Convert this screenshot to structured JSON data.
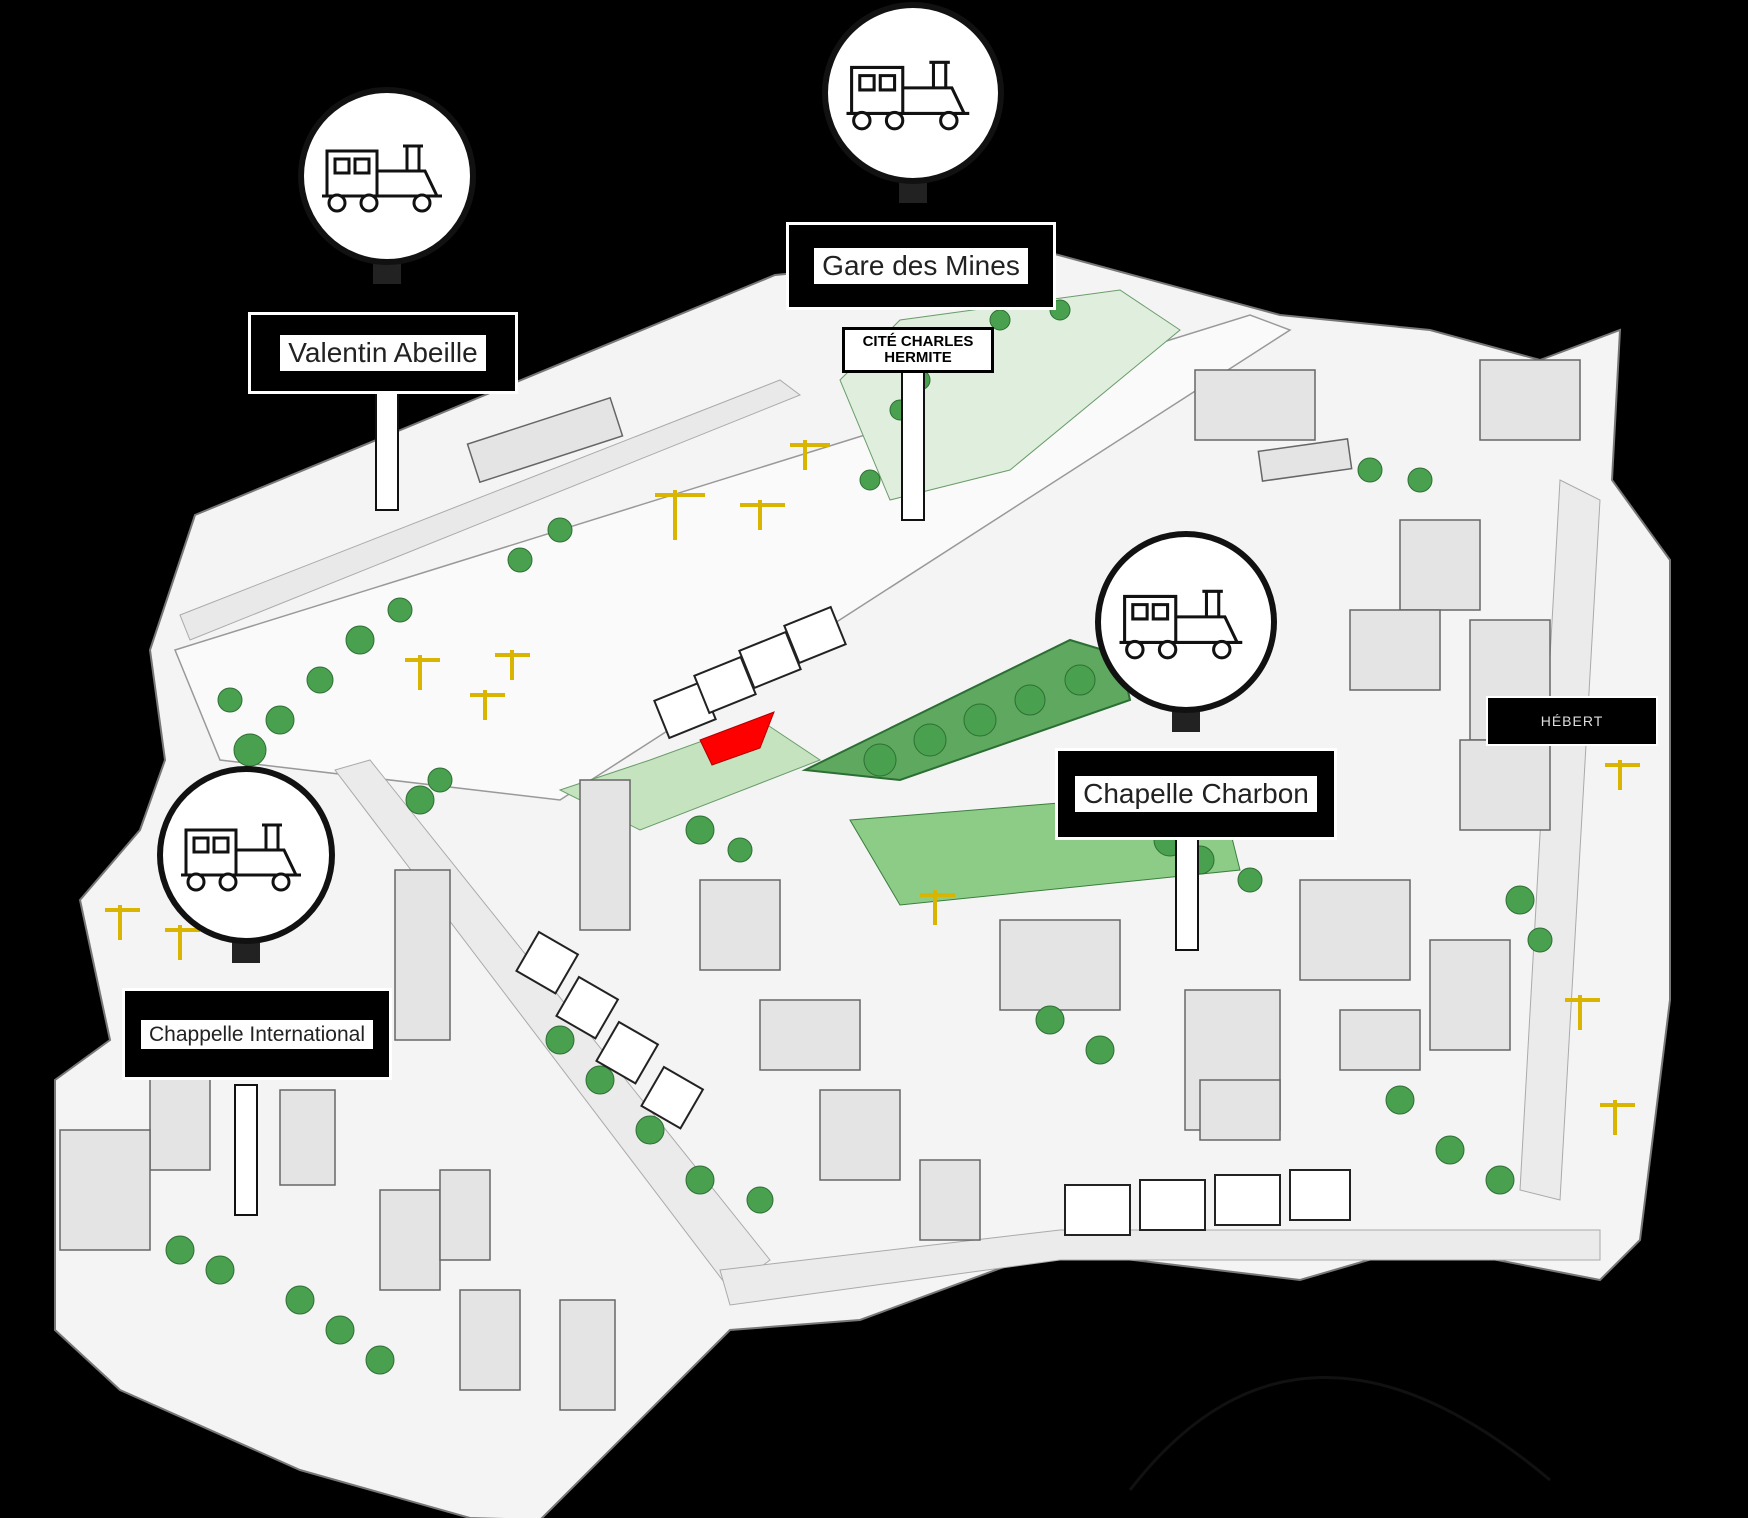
{
  "stations": [
    {
      "id": "valentin-abeille",
      "label": "Valentin Abeille",
      "icon": "tourist-train-icon"
    },
    {
      "id": "gare-des-mines",
      "label": "Gare des Mines",
      "icon": "tourist-train-icon"
    },
    {
      "id": "chapelle-charbon",
      "label": "Chapelle Charbon",
      "icon": "tourist-train-icon"
    },
    {
      "id": "chappelle-international",
      "label": "Chappelle International",
      "icon": "tourist-train-icon"
    }
  ],
  "street_signs": {
    "cite_charles_hermite": {
      "line1": "CITÉ CHARLES",
      "line2": "HERMITE"
    },
    "hebert": "HÉBERT"
  },
  "colors": {
    "background": "#000000",
    "ground": "#f4f4f4",
    "building": "#e6e6e6",
    "park": "#3f9a4c",
    "park_light": "#9fd29a",
    "highlight": "#ff0000",
    "crane": "#d9b400"
  }
}
